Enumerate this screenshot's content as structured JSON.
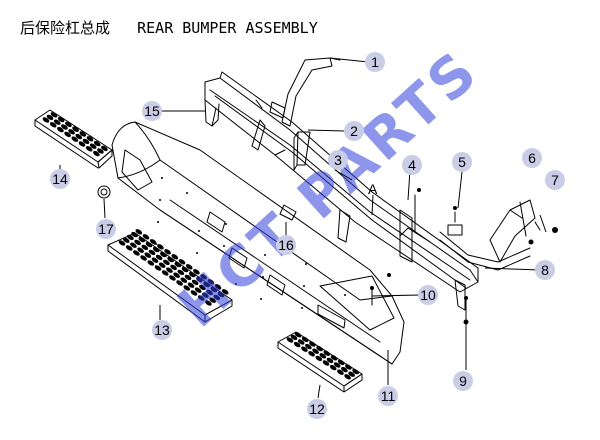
{
  "title": {
    "chinese": "后保险杠总成",
    "english": "REAR BUMPER ASSEMBLY"
  },
  "watermark": "HCT PARTS",
  "colors": {
    "line": "#000000",
    "callout_bubble": "#c9cde6",
    "watermark": "#3040d8"
  },
  "callouts": [
    "1",
    "2",
    "3",
    "4",
    "5",
    "6",
    "7",
    "8",
    "9",
    "10",
    "11",
    "12",
    "13",
    "14",
    "15",
    "16",
    "17"
  ],
  "section_label": "A"
}
